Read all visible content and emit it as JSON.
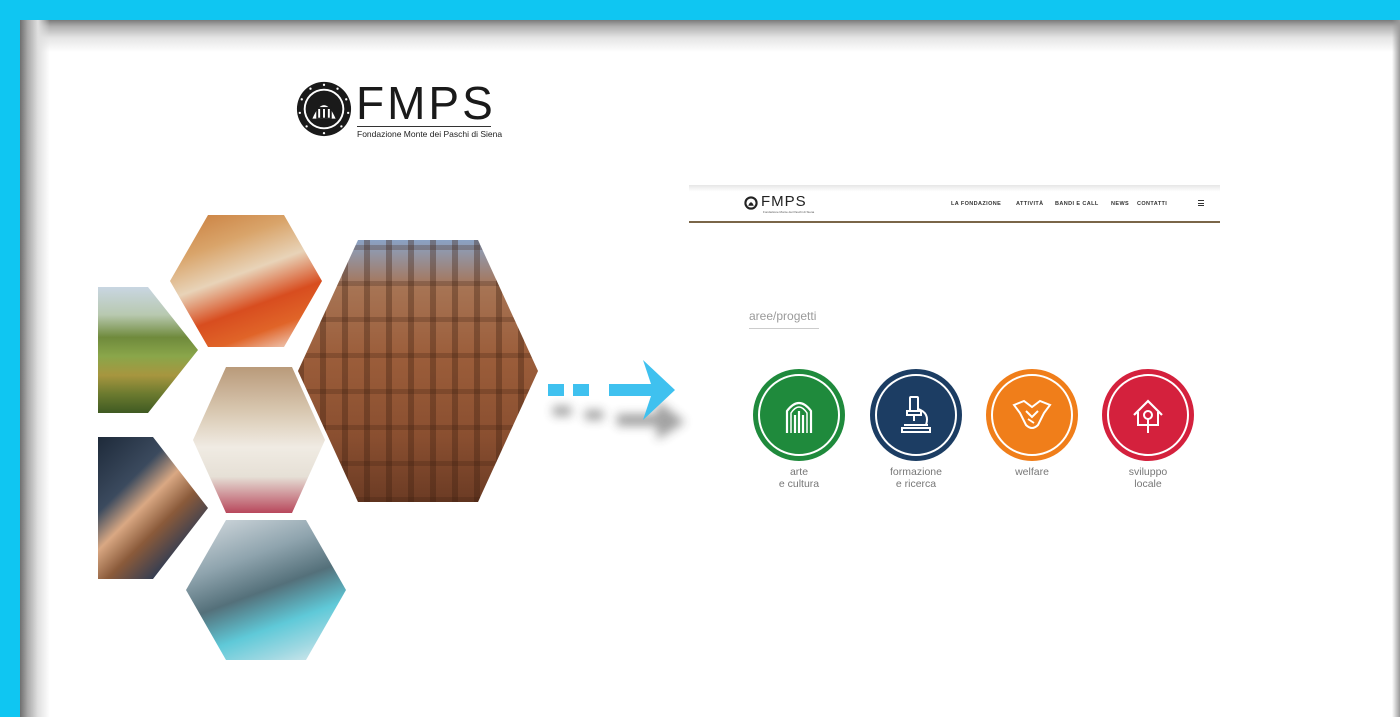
{
  "logo": {
    "wordmark": "FMPS",
    "subtitle": "Fondazione Monte dei Paschi di Siena"
  },
  "site": {
    "logo_wordmark": "FMPS",
    "logo_subtitle": "Fondazione Monte dei Paschi di Siena",
    "nav": [
      {
        "label": "LA FONDAZIONE"
      },
      {
        "label": "ATTIVITÀ"
      },
      {
        "label": "BANDI E CALL"
      },
      {
        "label": "NEWS"
      },
      {
        "label": "CONTATTI"
      }
    ],
    "menu_icon": "hamburger-menu-icon",
    "section_title": "aree/progetti",
    "areas": [
      {
        "line1": "arte",
        "line2": "e cultura",
        "color": "#1f8a3c",
        "icon": "gothic-window-icon"
      },
      {
        "line1": "formazione",
        "line2": "e ricerca",
        "color": "#1c3d63",
        "icon": "microscope-icon"
      },
      {
        "line1": "welfare",
        "line2": "",
        "color": "#f07e1a",
        "icon": "handshake-icon"
      },
      {
        "line1": "sviluppo",
        "line2": "locale",
        "color": "#d4213d",
        "icon": "house-tree-icon"
      }
    ]
  },
  "colors": {
    "background": "#0fc6f2",
    "arrow": "#3fc1ef",
    "nav_border": "#7a6648"
  }
}
